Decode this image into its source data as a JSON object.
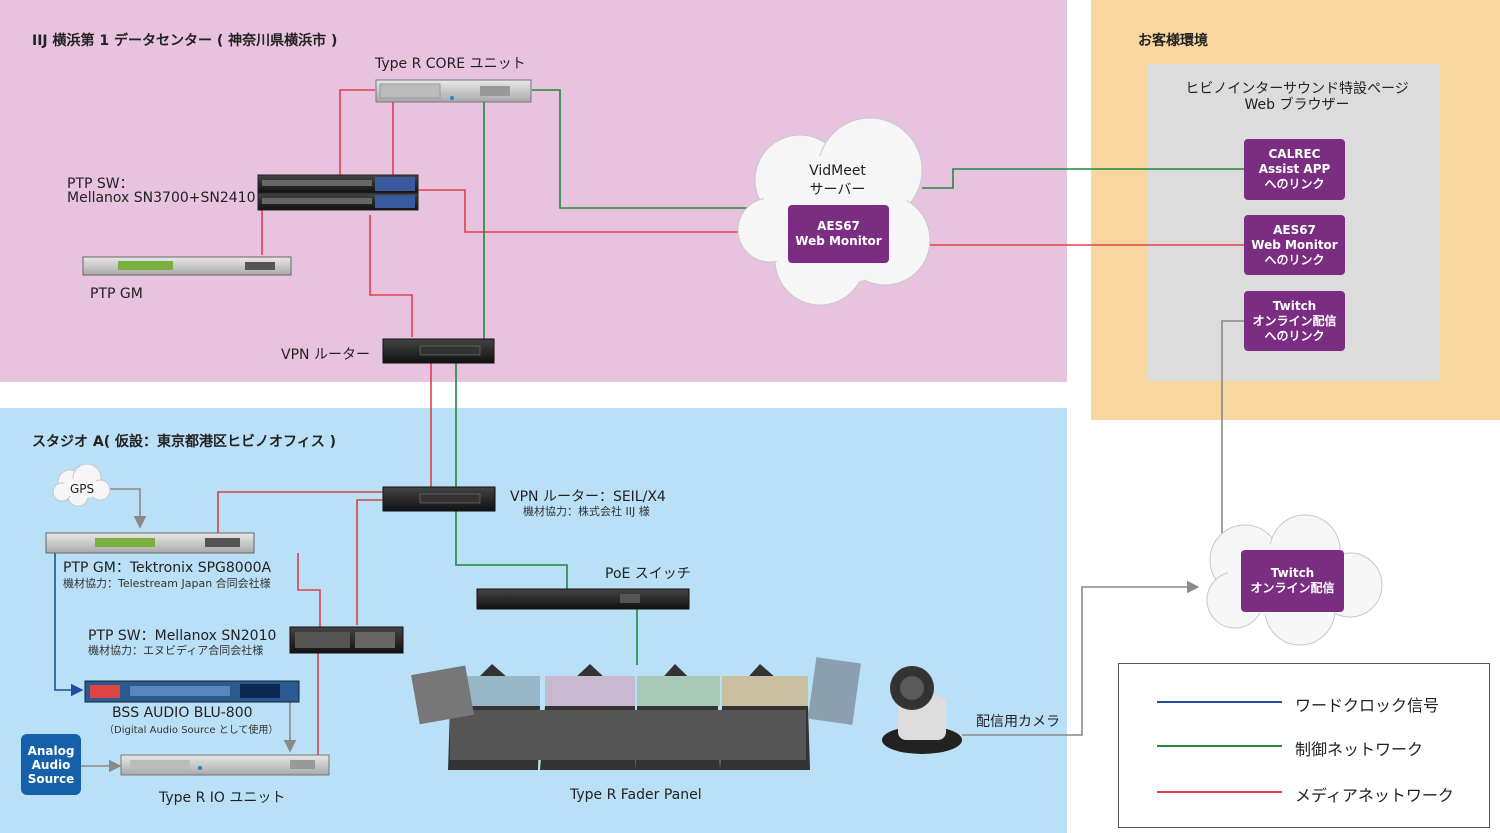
{
  "zones": {
    "datacenter_title": "IIJ 横浜第 1 データセンター ( 神奈川県横浜市 )",
    "studio_title": "スタジオ A( 仮設：東京都港区ヒビノオフィス )",
    "customer_title": "お客様環境",
    "browser_title_1": "ヒビノインターサウンド特設ページ",
    "browser_title_2": "Web ブラウザー"
  },
  "datacenter": {
    "core_label": "Type R CORE ユニット",
    "ptp_sw_label_1": "PTP SW：",
    "ptp_sw_label_2": "Mellanox SN3700+SN2410",
    "ptp_gm_label": "PTP GM",
    "vpn_label": "VPN ルーター",
    "vidmeet_1": "VidMeet",
    "vidmeet_2": "サーバー",
    "aes67_1": "AES67",
    "aes67_2": "Web Monitor"
  },
  "customer": {
    "calrec_link": [
      "CALREC",
      "Assist APP",
      "へのリンク"
    ],
    "aes67_link": [
      "AES67",
      "Web Monitor",
      "へのリンク"
    ],
    "twitch_link": [
      "Twitch",
      "オンライン配信",
      "へのリンク"
    ],
    "twitch_cloud": [
      "Twitch",
      "オンライン配信"
    ]
  },
  "studio": {
    "gps_label": "GPS",
    "vpn_label": "VPN ルーター：SEIL/X4",
    "vpn_sub": "機材協力：株式会社 IIJ 様",
    "ptp_gm_label": "PTP GM：Tektronix  SPG8000A",
    "ptp_gm_sub": "機材協力：Telestream Japan 合同会社様",
    "ptp_sw_label": "PTP SW：Mellanox SN2010",
    "ptp_sw_sub": "機材協力：エヌビディア合同会社様",
    "poe_label": "PoE スイッチ",
    "bss_label": "BSS AUDIO BLU-800",
    "bss_sub": "（Digital Audio Source として使用）",
    "analog_source": [
      "Analog",
      "Audio",
      "Source"
    ],
    "io_label": "Type R IO ユニット",
    "fader_label": "Type R Fader Panel",
    "camera_label": "配信用カメラ"
  },
  "legend": {
    "items": [
      {
        "label": "ワードクロック信号",
        "color": "#1d4f9c"
      },
      {
        "label": "制御ネットワーク",
        "color": "#1e8a3c"
      },
      {
        "label": "メディアネットワーク",
        "color": "#e0404a"
      }
    ]
  },
  "colors": {
    "media": "#e0404a",
    "control": "#1e8a3c",
    "wordclock": "#1d4f9c",
    "gray_link": "#8a8a8a",
    "purple": "#7b2d82"
  }
}
